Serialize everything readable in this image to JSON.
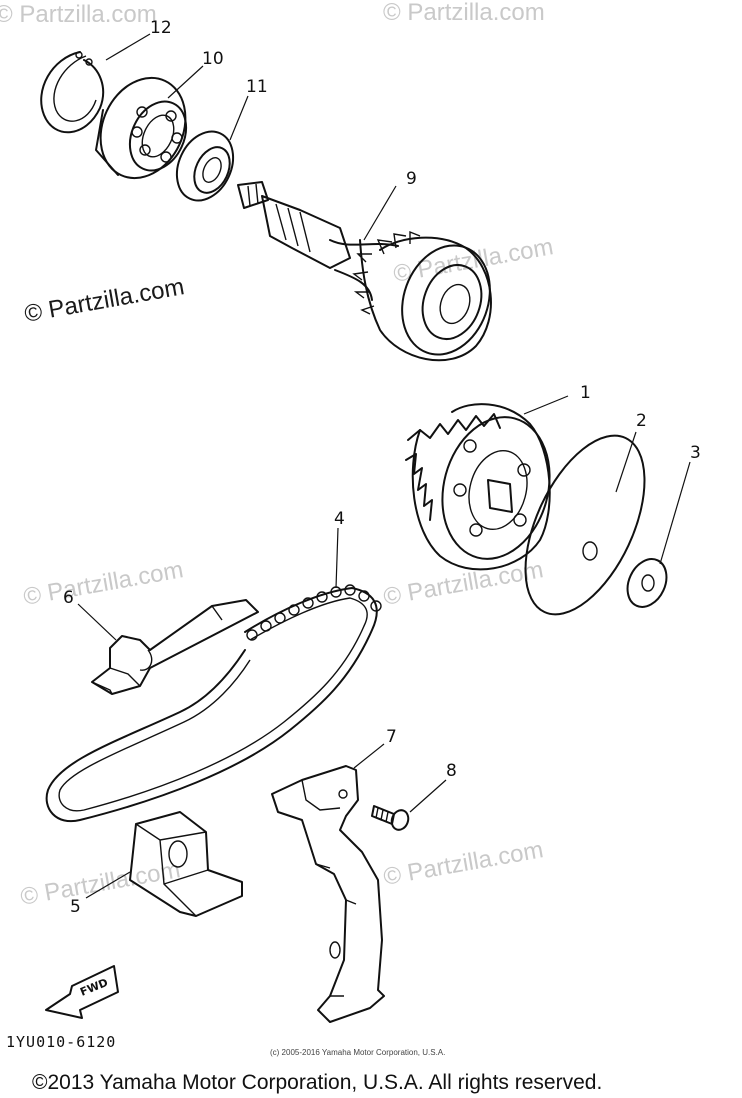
{
  "watermarks": {
    "primary": "© Partzilla.com",
    "faded": "© Partzilla.com"
  },
  "callouts": {
    "p1": "1",
    "p2": "2",
    "p3": "3",
    "p4": "4",
    "p5": "5",
    "p6": "6",
    "p7": "7",
    "p8": "8",
    "p9": "9",
    "p10": "10",
    "p11": "11",
    "p12": "12"
  },
  "fwd_label": "FWD",
  "diagram_code": "1YU010-6120",
  "small_copyright": "(c) 2005-2016 Yamaha Motor Corporation, U.S.A.",
  "footer_copyright": "©2013 Yamaha Motor Corporation, U.S.A. All rights reserved."
}
